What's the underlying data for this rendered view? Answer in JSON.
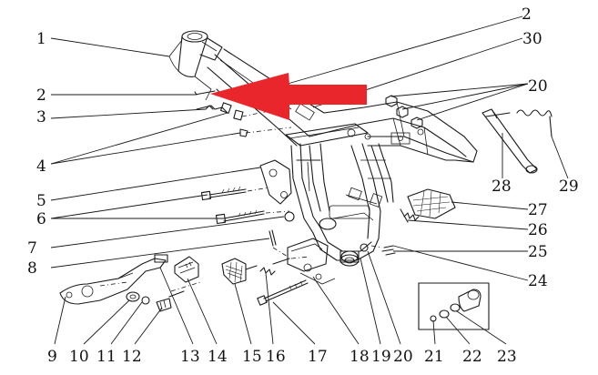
{
  "diagram": {
    "highlight_arrow_color": "#e8262b",
    "callouts": [
      {
        "id": "c1",
        "label": "1"
      },
      {
        "id": "c2a",
        "label": "2"
      },
      {
        "id": "c2b",
        "label": "2"
      },
      {
        "id": "c3",
        "label": "3"
      },
      {
        "id": "c4",
        "label": "4"
      },
      {
        "id": "c5",
        "label": "5"
      },
      {
        "id": "c6",
        "label": "6"
      },
      {
        "id": "c7",
        "label": "7"
      },
      {
        "id": "c8",
        "label": "8"
      },
      {
        "id": "c9",
        "label": "9"
      },
      {
        "id": "c10",
        "label": "10"
      },
      {
        "id": "c11",
        "label": "11"
      },
      {
        "id": "c12",
        "label": "12"
      },
      {
        "id": "c13",
        "label": "13"
      },
      {
        "id": "c14",
        "label": "14"
      },
      {
        "id": "c15",
        "label": "15"
      },
      {
        "id": "c16",
        "label": "16"
      },
      {
        "id": "c17",
        "label": "17"
      },
      {
        "id": "c18",
        "label": "18"
      },
      {
        "id": "c19",
        "label": "19"
      },
      {
        "id": "c20a",
        "label": "20"
      },
      {
        "id": "c20b",
        "label": "20"
      },
      {
        "id": "c21",
        "label": "21"
      },
      {
        "id": "c22",
        "label": "22"
      },
      {
        "id": "c23",
        "label": "23"
      },
      {
        "id": "c24",
        "label": "24"
      },
      {
        "id": "c25",
        "label": "25"
      },
      {
        "id": "c26",
        "label": "26"
      },
      {
        "id": "c27",
        "label": "27"
      },
      {
        "id": "c28",
        "label": "28"
      },
      {
        "id": "c29",
        "label": "29"
      },
      {
        "id": "c30",
        "label": "30"
      }
    ]
  }
}
